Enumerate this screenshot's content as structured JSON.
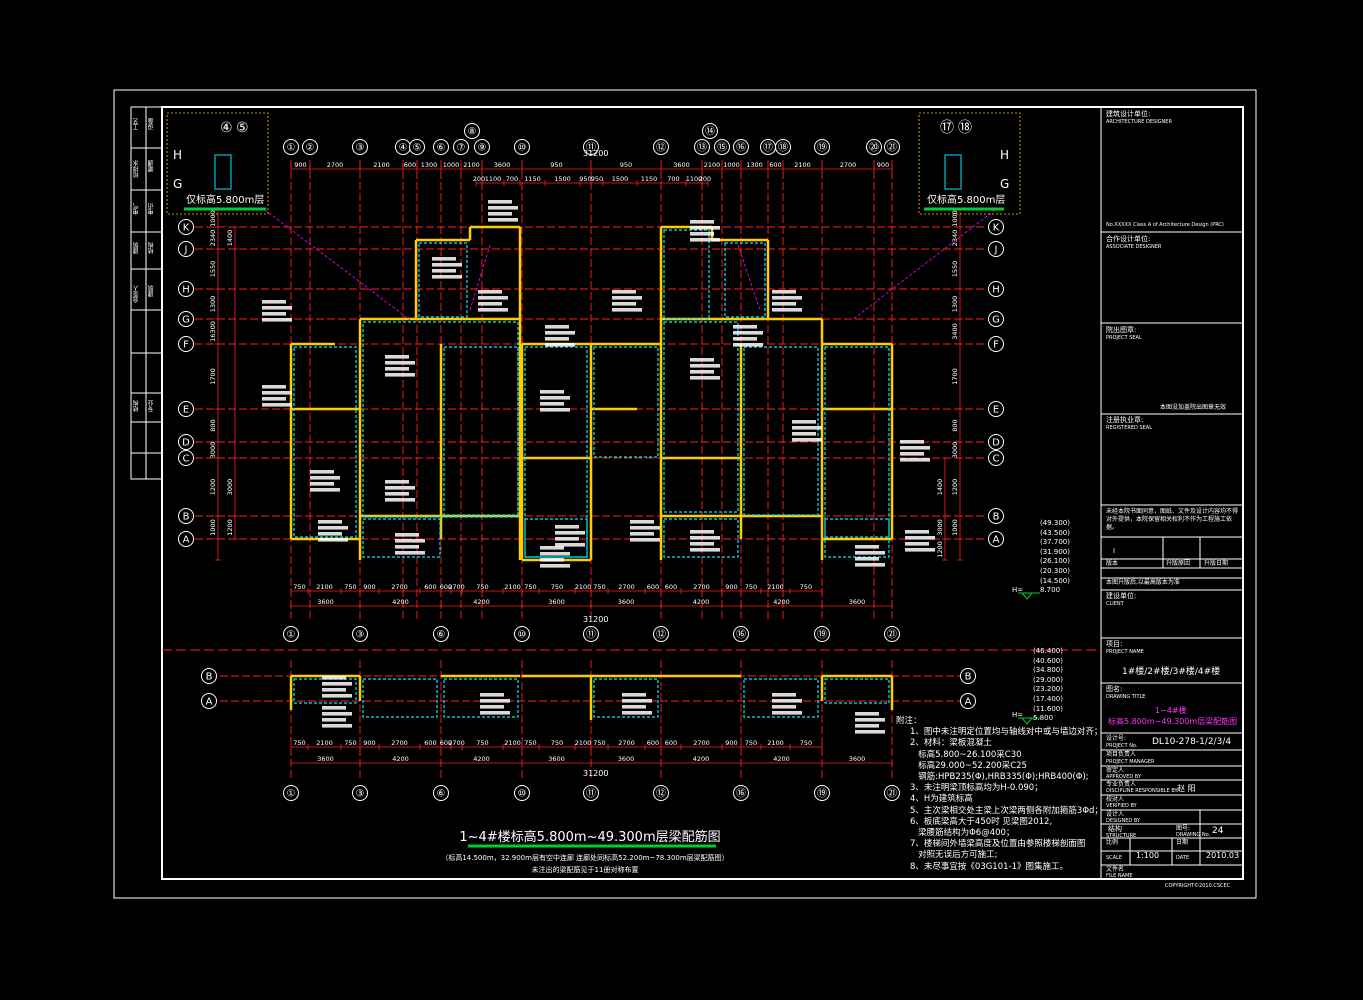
{
  "drawing": {
    "title": "1~4#楼标高5.800m~49.300m层梁配筋图",
    "subtitle_1": "（标高14.500m，32.900m层有空中连廊 连廊处同标高52.200m~78.300m层梁配筋图）",
    "subtitle_2": "未注出的梁配筋见于11册对称布置",
    "inset_left_label": "仅标高5.800m层",
    "inset_right_label": "仅标高5.800m层",
    "inset_left_axes": [
      "④",
      "⑤",
      "H",
      "G"
    ],
    "inset_right_axes": [
      "⑰",
      "⑱",
      "H",
      "G"
    ]
  },
  "axes": {
    "top_numbers": [
      "①",
      "②",
      "③",
      "④",
      "⑤",
      "⑥",
      "⑦",
      "⑨",
      "⑩",
      "⑪",
      "⑫",
      "⑬",
      "⑮",
      "⑯",
      "⑰",
      "⑱",
      "⑲",
      "⑳",
      "㉑"
    ],
    "top_extra": [
      "⑧",
      "⑭"
    ],
    "bottom_numbers": [
      "①",
      "③",
      "⑥",
      "⑩",
      "⑪",
      "⑫",
      "⑯",
      "⑲",
      "㉑"
    ],
    "letters": [
      "K",
      "J",
      "H",
      "G",
      "F",
      "E",
      "D",
      "C",
      "B",
      "A"
    ],
    "lower_letters": [
      "B",
      "A"
    ]
  },
  "dimensions": {
    "total_width": "31200",
    "top_row": [
      "900",
      "2700",
      "2100",
      "600",
      "1300",
      "1000",
      "2100",
      "3600",
      "950",
      "950",
      "3600",
      "2100",
      "1000",
      "1300",
      "600",
      "2100",
      "2700",
      "900"
    ],
    "top_row2": [
      "200",
      "1100",
      "700",
      "1150",
      "1500",
      "950",
      "950",
      "1500",
      "1150",
      "700",
      "1100",
      "200"
    ],
    "bottom_row1": [
      "750",
      "2100",
      "750",
      "900",
      "2700",
      "600",
      "600",
      "2700",
      "750",
      "2100",
      "750",
      "750",
      "2100",
      "750",
      "2700",
      "600",
      "600",
      "2700",
      "900",
      "750",
      "2100",
      "750"
    ],
    "bottom_row2": [
      "3600",
      "4200",
      "4200",
      "3600",
      "3600",
      "4200",
      "4200",
      "3600"
    ],
    "left_column": [
      "1000",
      "2340",
      "1550",
      "1300",
      "16300",
      "1700",
      "800",
      "3000",
      "1200",
      "1000"
    ],
    "left_column2": [
      "1400",
      "3000",
      "1200"
    ],
    "right_column": [
      "1000",
      "2340",
      "1550",
      "1300",
      "3400",
      "1700",
      "800",
      "3000",
      "1200",
      "1000"
    ]
  },
  "elevations": {
    "upper": [
      "(49.300)",
      "(43.500)",
      "(37.700)",
      "(31.900)",
      "(26.100)",
      "(20.300)",
      "(14.500)",
      "8.700"
    ],
    "lower": [
      "(46.400)",
      "(40.600)",
      "(34.800)",
      "(29.000)",
      "(23.200)",
      "(17.400)",
      "(11.600)",
      "5.800"
    ],
    "h_label": "H="
  },
  "notes": {
    "heading": "附注：",
    "items": [
      "1、图中未注明定位置均与轴线对中或与墙边对齐；",
      "2、材料：梁板混凝土",
      "   标高5.800~26.100采C30",
      "   标高29.000~52.200采C25",
      "   钢筋:HPB235(Φ),HRB335(Φ);HRB400(Φ);",
      "3、未注明梁顶标高均为H-0.090；",
      "4、H为建筑标高",
      "5、主次梁相交处主梁上次梁两侧各附加箍筋3Φd；",
      "6、板底梁高大于450时 见梁图2012,",
      "   梁腰筋结构为Φ6@400；",
      "7、楼梯间外墙梁高度及位置由参照楼梯剖面图",
      "   对照无误后方可施工;",
      "8、未尽事宜按《03G101-1》图集施工。"
    ]
  },
  "title_block": {
    "architect_label": "建筑设计单位:",
    "architect_en": "ARCHITECTURE DESIGNER",
    "architect_cert": "No.XXXXX Class A of Architecture Design (PRC)",
    "collab_label": "合作设计单位:",
    "collab_en": "ASSOCIATE DESIGNER",
    "seal_label": "院出图章:",
    "seal_en": "PROJECT SEAL",
    "seal_note": "本图没加盖院出图章无效",
    "reg_label": "注册执业章:",
    "reg_en": "REGISTERED SEAL",
    "warning": "未经本院书面同意，图纸、文件及设计内容均不得对外提供，本院保留相关权利不作为工程施工依据。",
    "rev_mark": "I",
    "rev_label": "版本",
    "rev_drawing": "升版原因",
    "rev_date": "升版日期",
    "rev_note": "本图升版后,以最高版本为准",
    "client_label": "建设单位:",
    "client_en": "CLIENT",
    "project_label": "项目:",
    "project_en": "PROJECT NAME",
    "project_value": "1#楼/2#楼/3#楼/4#楼",
    "drawing_label": "图名:",
    "drawing_en": "DRAWING TITLE",
    "drawing_value_1": "1~4#楼",
    "drawing_value_2": "标高5.800m~49.300m层梁配筋图",
    "number_label": "设计号:",
    "number_en": "PROJECT No.",
    "number_value": "DL10-278-1/2/3/4",
    "mgr_label": "项目负责人",
    "mgr_en": "PROJECT MANAGER",
    "check_label": "审定人",
    "check_en": "APPROVED BY",
    "discipline_label": "专业负责人",
    "discipline_en": "DISCIPLINE RESPONSIBLE BY",
    "discipline_value": "赵 阳",
    "verify_label": "校对人",
    "verify_en": "VERIFIED BY",
    "design_label": "设计人",
    "design_en": "DESIGNED BY",
    "discipline": "结构",
    "discipline_code": "STRUCTURE",
    "sheet_label": "图号:",
    "sheet_en": "DRAWING No.",
    "sheet_value": "24",
    "scale_label": "比例",
    "scale_en": "SCALE",
    "scale_value": "1:100",
    "date_label": "日期",
    "date_en": "DATE",
    "date_value": "2010.03",
    "file_label": "文件名",
    "file_en": "FILE NAME",
    "copyright": "COPYRIGHT©2010.CSCEC"
  },
  "side_strip": {
    "labels": [
      "工艺",
      "设备",
      "给排水",
      "暖通",
      "电气",
      "电讯",
      "建筑",
      "结构",
      "会签人",
      "建筑",
      "结构",
      "专业"
    ]
  },
  "colors": {
    "background": "#000000",
    "frame": "#ffffff",
    "axis": "#ff2020",
    "wall": "#ffcc00",
    "column": "#00e5ff",
    "beam_text": "#ffffff",
    "leader": "#ff00ff",
    "highlight": "#00cc33"
  }
}
